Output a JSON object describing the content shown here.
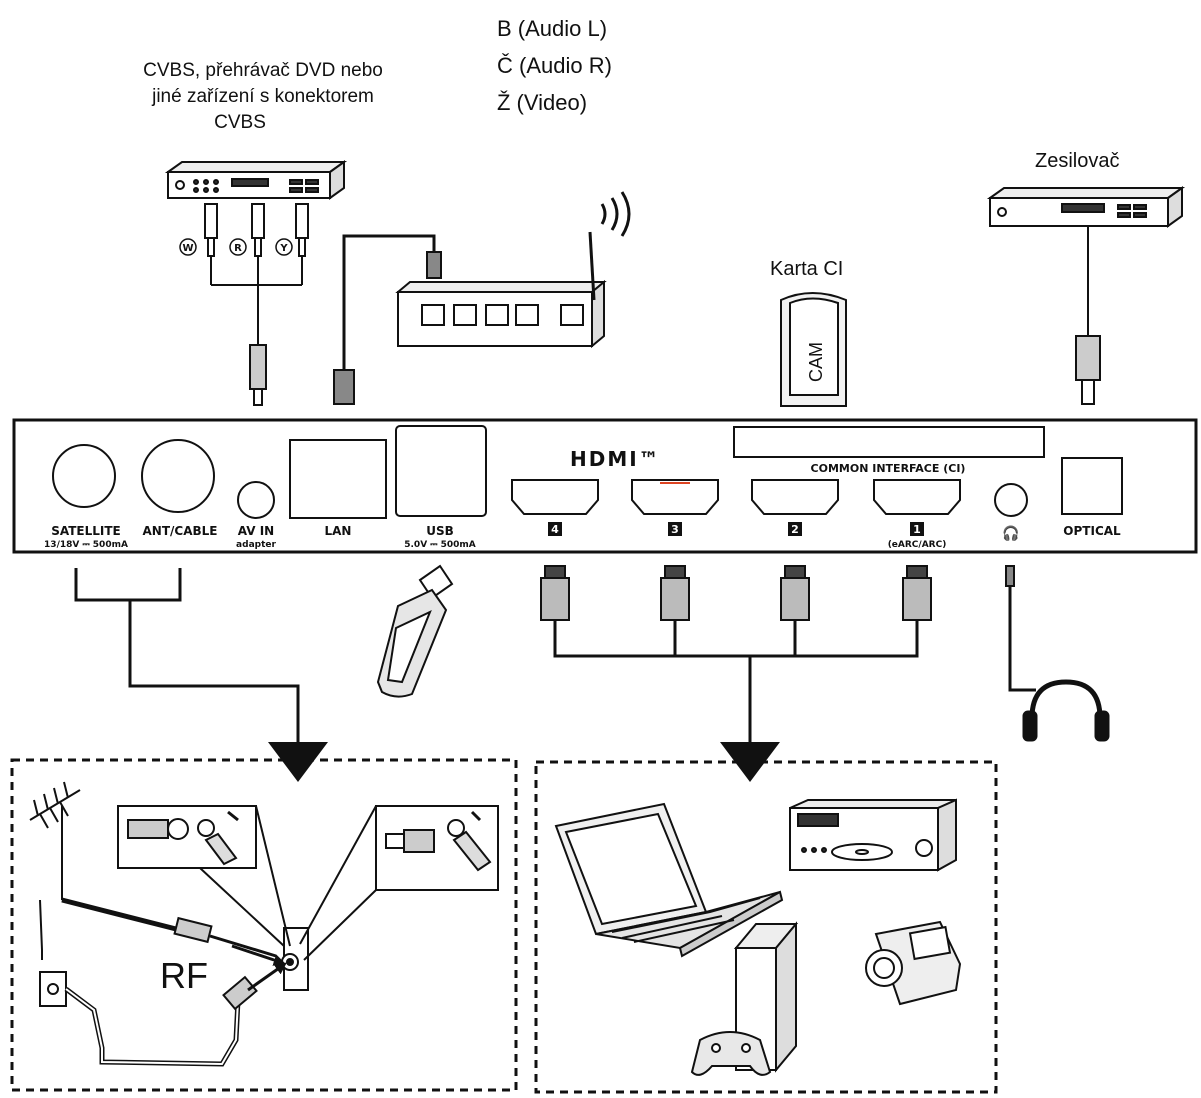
{
  "labels": {
    "cvbs_lines": [
      "CVBS, přehrávač DVD nebo",
      "jiné zařízení s konektorem",
      "CVBS"
    ],
    "audio_lines": [
      "B (Audio L)",
      "Č (Audio R)",
      "Ž (Video)"
    ],
    "amplifier": "Zesilovač",
    "ci_card": "Karta CI",
    "cam": "CAM",
    "rf": "RF"
  },
  "rca": {
    "w": "W",
    "r": "R",
    "y": "Y"
  },
  "panel": {
    "hdmi_logo": "HDMI™",
    "common_interface": "COMMON INTERFACE (CI)",
    "satellite": "SATELLITE",
    "satellite_sub": "13/18V ⎓ 500mA",
    "ant_cable": "ANT/CABLE",
    "av_in": "AV IN",
    "av_in_sub": "adapter",
    "lan": "LAN",
    "usb": "USB",
    "usb_sub": "5.0V ⎓ 500mA",
    "hdmi_ports": [
      "4",
      "3",
      "2",
      "1"
    ],
    "hdmi1_sub": "(eARC/ARC)",
    "headphone_icon": "🎧",
    "optical": "OPTICAL"
  }
}
